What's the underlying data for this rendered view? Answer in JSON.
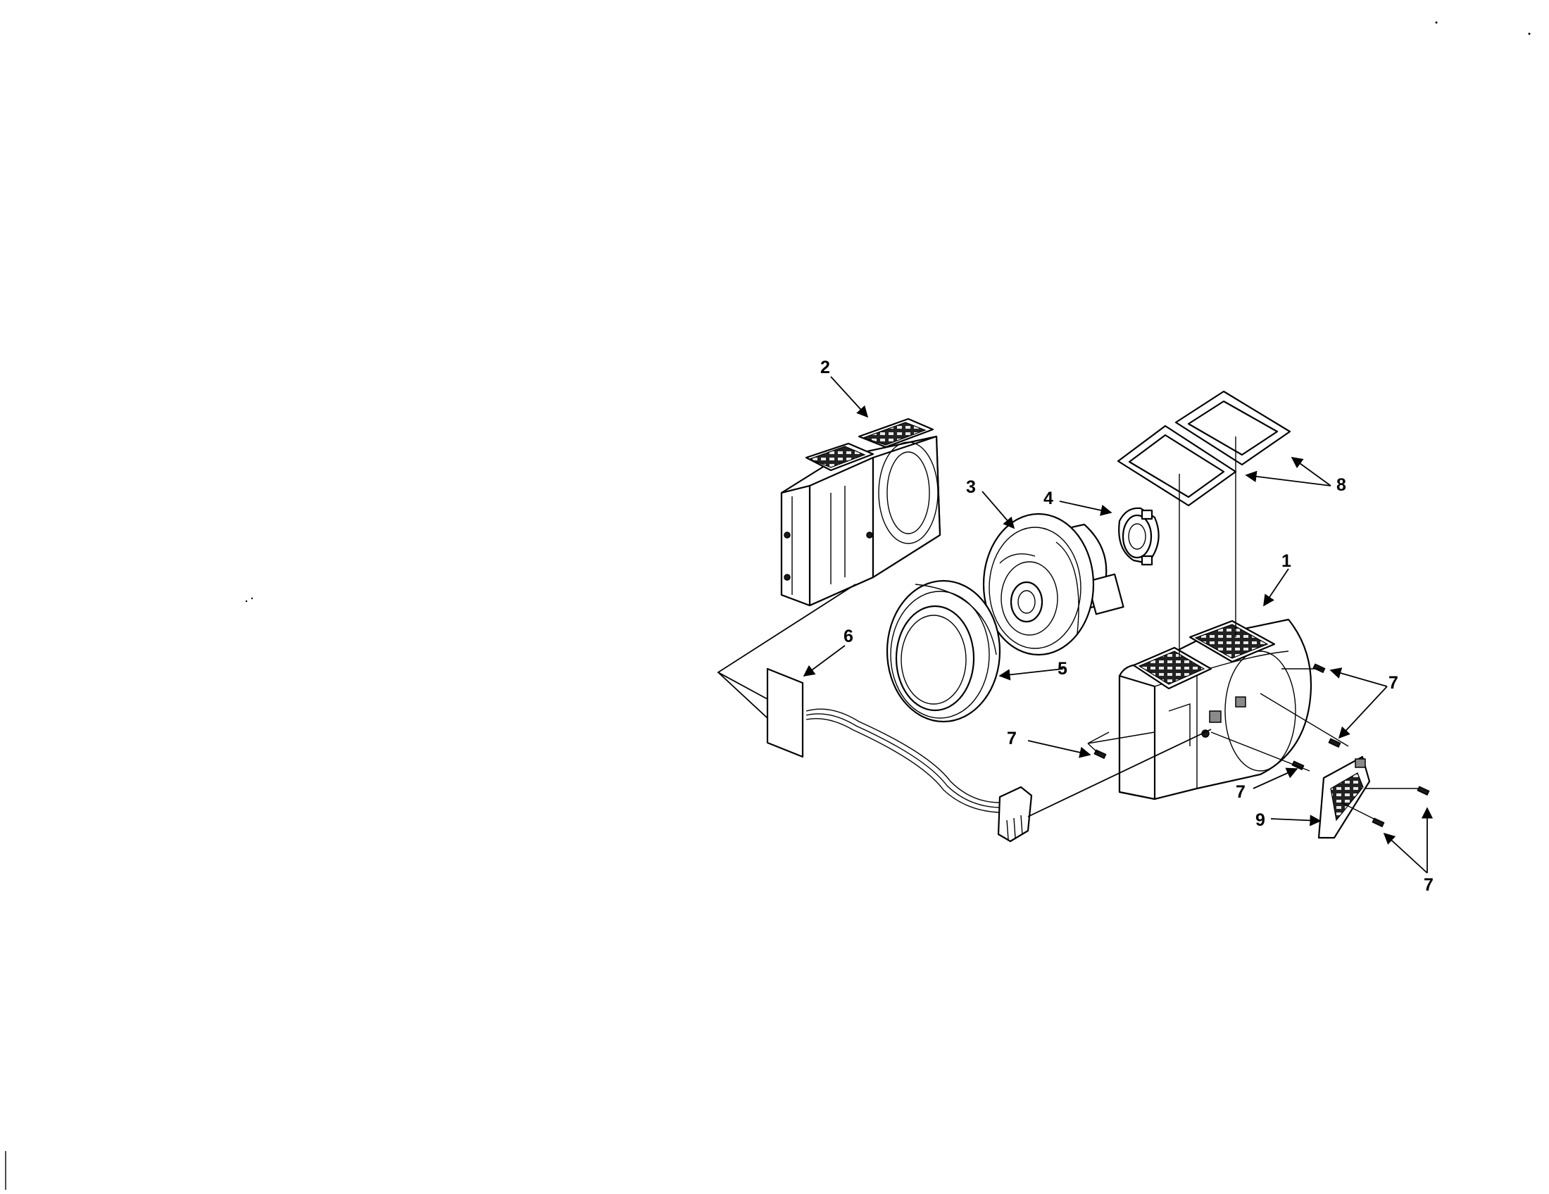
{
  "callouts": {
    "c1": "1",
    "c2": "2",
    "c3": "3",
    "c4": "4",
    "c5": "5",
    "c6": "6",
    "c7a": "7",
    "c7b": "7",
    "c7c": "7",
    "c7d": "7",
    "c8": "8",
    "c9": "9"
  },
  "colors": {
    "line": "#000000",
    "background": "#ffffff"
  }
}
